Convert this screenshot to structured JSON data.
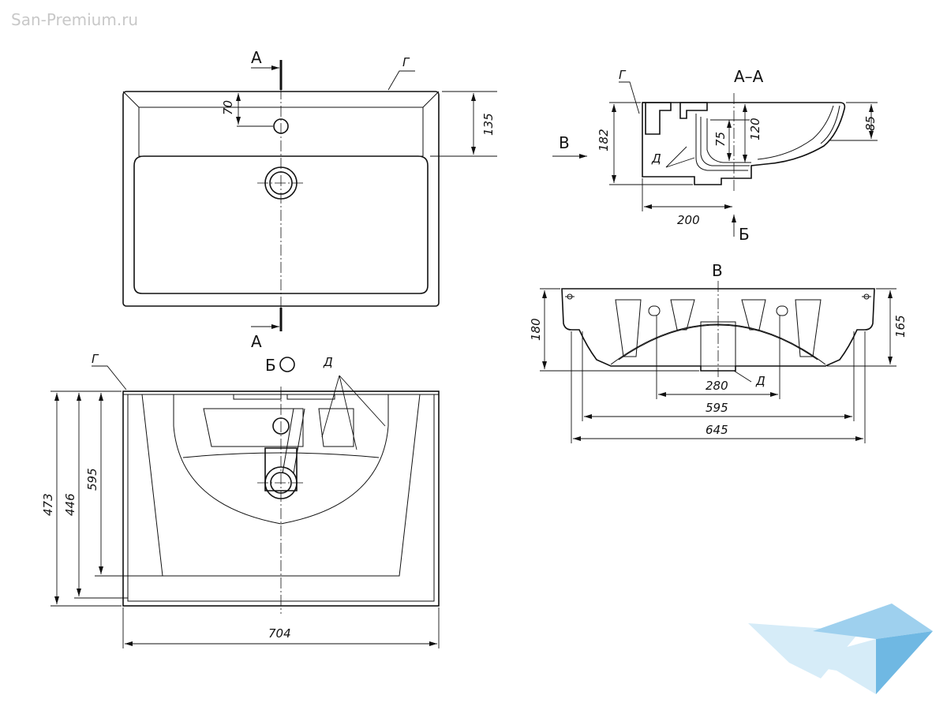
{
  "watermark": "San-Premium.ru",
  "views": {
    "top": {
      "section_mark": "A",
      "callout": "Г",
      "dims": {
        "tap_offset": "70",
        "rim_depth": "135"
      }
    },
    "section": {
      "title": "A–A",
      "callout": "Г",
      "hidden_mark": "Д",
      "arrow_left": "В",
      "arrow_bottom": "Б",
      "dims": {
        "height": "182",
        "outlet": "75",
        "depth": "120",
        "front": "85",
        "width": "200"
      }
    },
    "front": {
      "title": "В",
      "hidden_mark": "Д",
      "dims": {
        "left_h": "180",
        "right_h": "165",
        "inner": "280",
        "mid": "595",
        "overall": "645"
      }
    },
    "bottom": {
      "view_label": "Б",
      "callout": "Г",
      "hidden_mark": "Д",
      "dims": {
        "h1": "473",
        "h2": "446",
        "h3": "595",
        "width": "704"
      }
    }
  },
  "logo_colors": {
    "light": "#d6ecf8",
    "mid": "#9ed0ee",
    "dark": "#6fb8e3"
  }
}
